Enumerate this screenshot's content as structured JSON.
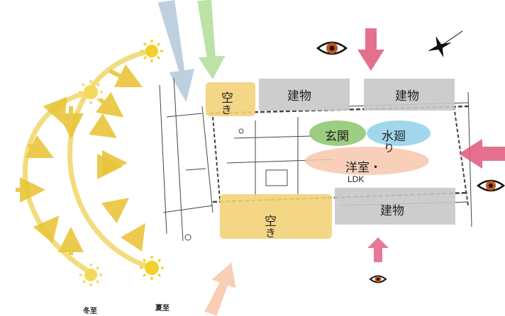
{
  "labels": {
    "building_top_left": "建物",
    "building_top_right": "建物",
    "building_bottom": "建物",
    "vacant_top_line1": "空",
    "vacant_top_line2": "き",
    "vacant_bottom_line1": "空",
    "vacant_bottom_line2": "き",
    "entrance": "玄関",
    "water_line1": "水廻",
    "water_line2": "り",
    "western_line1": "洋室・",
    "western_line2": "LDK",
    "winter_solstice": "冬至",
    "summer_solstice": "夏至"
  },
  "colors": {
    "building": "#c8c8c8",
    "vacant": "#f3d27a",
    "entrance": "#8cc46a",
    "water": "#8fd0ea",
    "western": "#f7c8ad",
    "sun": "#f2cf2a",
    "sun_path": "#f1d668",
    "wind_blue": "#a8bfd6",
    "wind_green": "#a6d88a",
    "wind_peach": "#f7c6a8",
    "view_arrow": "#e0577a",
    "eye": "#c0561a"
  },
  "icons": [
    "sun-icon",
    "eye-icon",
    "north-compass-icon",
    "wind-arrow-icon",
    "view-arrow-icon"
  ]
}
